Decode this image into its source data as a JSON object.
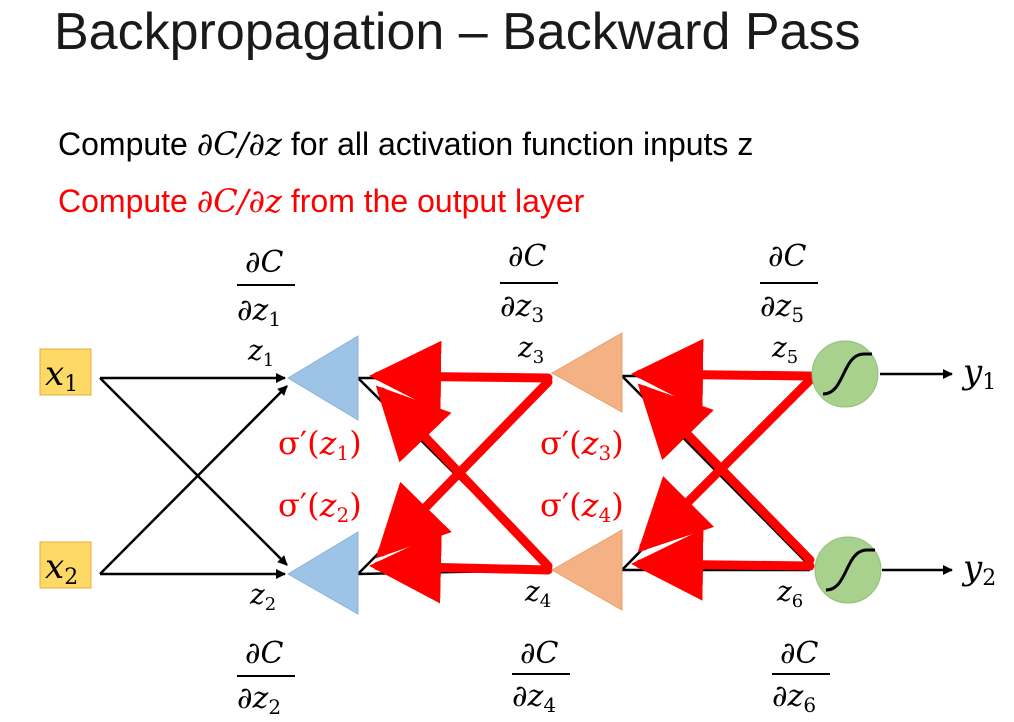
{
  "title": "Backpropagation – Backward Pass",
  "line1": {
    "prefix": "Compute ",
    "math": "∂C/∂z",
    "suffix": " for all activation function inputs z"
  },
  "line2": {
    "prefix": "Compute ",
    "math": "∂C/∂z",
    "suffix": " from the output layer"
  },
  "colors": {
    "highlight": "#ff0000",
    "input_box": "#ffd966",
    "layer1_node": "#9dc3e6",
    "layer2_node": "#f4b183",
    "output_node": "#a9d18e"
  },
  "inputs": [
    {
      "var": "x",
      "sub": "1"
    },
    {
      "var": "x",
      "sub": "2"
    }
  ],
  "outputs": [
    {
      "var": "y",
      "sub": "1"
    },
    {
      "var": "y",
      "sub": "2"
    }
  ],
  "z_labels": [
    {
      "var": "z",
      "sub": "1"
    },
    {
      "var": "z",
      "sub": "2"
    },
    {
      "var": "z",
      "sub": "3"
    },
    {
      "var": "z",
      "sub": "4"
    },
    {
      "var": "z",
      "sub": "5"
    },
    {
      "var": "z",
      "sub": "6"
    }
  ],
  "gradients": [
    {
      "num": "∂C",
      "den_var": "∂z",
      "sub": "1"
    },
    {
      "num": "∂C",
      "den_var": "∂z",
      "sub": "2"
    },
    {
      "num": "∂C",
      "den_var": "∂z",
      "sub": "3"
    },
    {
      "num": "∂C",
      "den_var": "∂z",
      "sub": "4"
    },
    {
      "num": "∂C",
      "den_var": "∂z",
      "sub": "5"
    },
    {
      "num": "∂C",
      "den_var": "∂z",
      "sub": "6"
    }
  ],
  "sigma_labels": [
    {
      "pre": "σ′(",
      "var": "z",
      "sub": "1",
      "post": ")"
    },
    {
      "pre": "σ′(",
      "var": "z",
      "sub": "2",
      "post": ")"
    },
    {
      "pre": "σ′(",
      "var": "z",
      "sub": "3",
      "post": ")"
    },
    {
      "pre": "σ′(",
      "var": "z",
      "sub": "4",
      "post": ")"
    }
  ]
}
